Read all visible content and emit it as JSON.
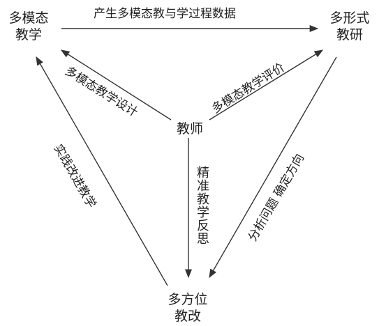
{
  "nodes": {
    "multimodal_teaching": [
      "多模态",
      "教学"
    ],
    "multiform_research": [
      "多形式",
      "教研"
    ],
    "teacher": "教师",
    "multidirectional_reform": [
      "多方位",
      "教改"
    ]
  },
  "edges": {
    "top": "产生多模态教与学过程数据",
    "design": "多模态教学设计",
    "evaluation": "多模态教学评价",
    "reflection": "精准教学反思",
    "practice": "实践改进教学",
    "analyze": "分析问题 确定方向"
  },
  "colors": {
    "line": "#333333",
    "text": "#222222"
  }
}
